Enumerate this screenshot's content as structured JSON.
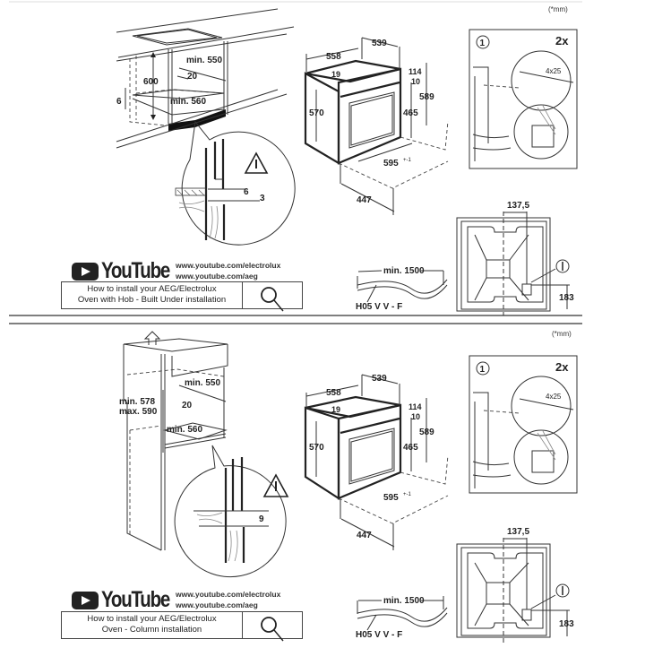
{
  "unit_note": "(*mm)",
  "sections": [
    {
      "id": "built-under",
      "cabinet": {
        "height": "600",
        "depth": "min. 550",
        "gap": "20",
        "width": "min. 560",
        "side": "6"
      },
      "detail": {
        "dim_a": "6",
        "dim_b": "3"
      },
      "oven": {
        "depth_top": "539",
        "width_top": "558",
        "d19": "19",
        "d114": "114",
        "d10": "10",
        "height_body": "570",
        "height_door": "465",
        "height_total": "589",
        "width_front": "595",
        "width_front_tol": "+-1",
        "depth_base": "447"
      },
      "fixing": {
        "step": "1",
        "count": "2x",
        "screw": "4x25"
      },
      "cable": {
        "length": "min. 1500",
        "type": "H05 V V - F"
      },
      "back": {
        "offset": "137,5",
        "height": "183"
      },
      "youtube": {
        "logo": "YouTube",
        "urls": [
          "www.youtube.com/electrolux",
          "www.youtube.com/aeg"
        ],
        "line1": "How to install your AEG/Electrolux",
        "line2": "Oven with Hob - Built Under installation"
      }
    },
    {
      "id": "column",
      "cabinet": {
        "height_min": "min. 578",
        "height_max": "max. 590",
        "depth": "min. 550",
        "gap": "20",
        "width": "min. 560"
      },
      "detail": {
        "dim_a": "9"
      },
      "oven": {
        "depth_top": "539",
        "width_top": "558",
        "d19": "19",
        "d114": "114",
        "d10": "10",
        "height_body": "570",
        "height_door": "465",
        "height_total": "589",
        "width_front": "595",
        "width_front_tol": "+-1",
        "depth_base": "447"
      },
      "fixing": {
        "step": "1",
        "count": "2x",
        "screw": "4x25"
      },
      "cable": {
        "length": "min. 1500",
        "type": "H05 V V - F"
      },
      "back": {
        "offset": "137,5",
        "height": "183"
      },
      "youtube": {
        "logo": "YouTube",
        "urls": [
          "www.youtube.com/electrolux",
          "www.youtube.com/aeg"
        ],
        "line1": "How to install your AEG/Electrolux",
        "line2": "Oven - Column installation"
      }
    }
  ]
}
